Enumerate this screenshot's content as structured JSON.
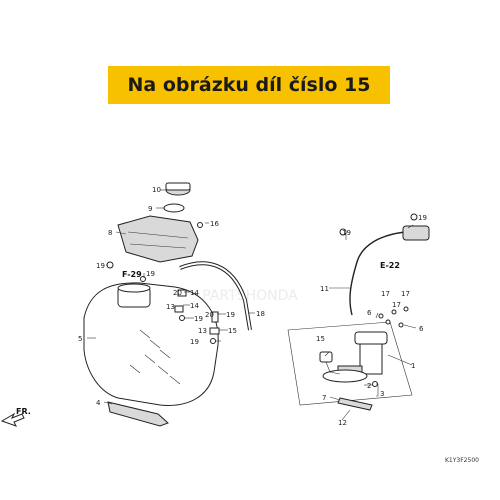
{
  "banner": {
    "text": "Na obrázku díl číslo 15",
    "color": "#f7c100"
  },
  "diagram": {
    "reference_code": "K1Y3F2500",
    "front_marker": "FR.",
    "section_refs": [
      "F-29",
      "E-22"
    ],
    "callouts": [
      "1",
      "2",
      "3",
      "4",
      "5",
      "6",
      "6",
      "7",
      "8",
      "9",
      "10",
      "11",
      "12",
      "13",
      "13",
      "14",
      "14",
      "15",
      "16",
      "17",
      "17",
      "17",
      "18",
      "19",
      "19",
      "19",
      "19",
      "19",
      "19",
      "20",
      "20"
    ]
  }
}
